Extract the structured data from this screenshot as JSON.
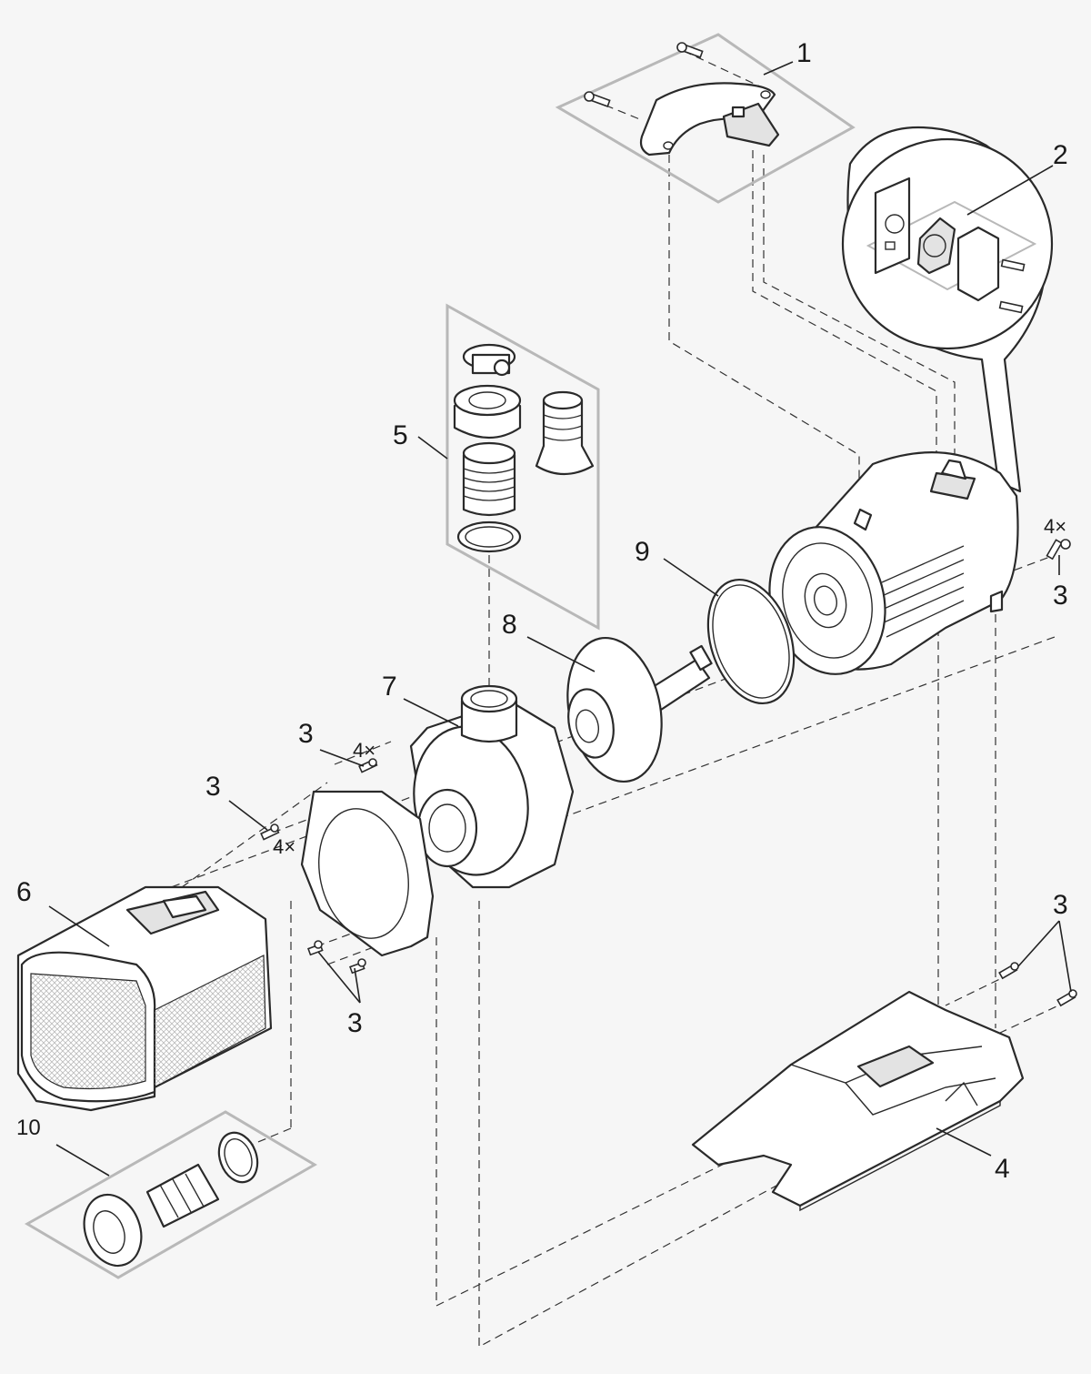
{
  "callouts": [
    {
      "id": "c1",
      "text": "1"
    },
    {
      "id": "c2",
      "text": "2"
    },
    {
      "id": "c3a",
      "text": "3"
    },
    {
      "id": "c3b",
      "text": "3"
    },
    {
      "id": "c3c",
      "text": "3"
    },
    {
      "id": "c3d",
      "text": "3"
    },
    {
      "id": "c3e",
      "text": "3"
    },
    {
      "id": "c4",
      "text": "4"
    },
    {
      "id": "c5",
      "text": "5"
    },
    {
      "id": "c6",
      "text": "6"
    },
    {
      "id": "c7",
      "text": "7"
    },
    {
      "id": "c8",
      "text": "8"
    },
    {
      "id": "c9",
      "text": "9"
    },
    {
      "id": "c10",
      "text": "10"
    }
  ],
  "quantities": {
    "motor_screws": "4×",
    "housing_screws": "4×",
    "plate_screws": "4×"
  }
}
